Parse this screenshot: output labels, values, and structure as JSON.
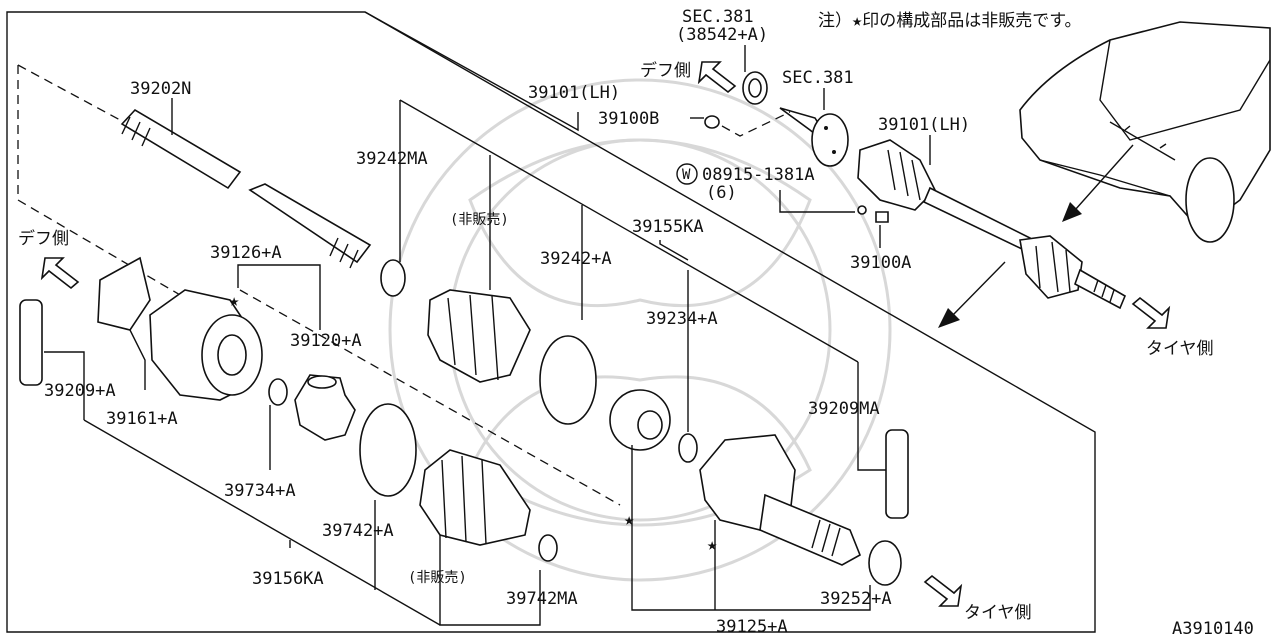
{
  "diagram_code": "A3910140",
  "note": "注）★印の構成部品は非販売です。",
  "labels": {
    "p39202N": "39202N",
    "p39101LH_a": "39101(LH)",
    "sec381_top": "SEC.381",
    "p38542A": "(38542+A)",
    "sec381": "SEC.381",
    "p39100B": "39100B",
    "p39101LH_b": "39101(LH)",
    "p08915": "08915-1381A",
    "p08915_qty": "(6)",
    "p39100A": "39100A",
    "p39242MA": "39242MA",
    "hihanbai_1": "(非販売)",
    "p39155KA": "39155KA",
    "p39242A": "39242+A",
    "p39126A": "39126+A",
    "p39234A": "39234+A",
    "p39120A": "39120+A",
    "p39209A": "39209+A",
    "p39161A": "39161+A",
    "p39209MA": "39209MA",
    "p39734A": "39734+A",
    "p39742A": "39742+A",
    "p39156KA": "39156KA",
    "hihanbai_2": "(非販売)",
    "p39742MA": "39742MA",
    "p39252A": "39252+A",
    "p39125A": "39125+A",
    "w_mark": "W"
  },
  "directions": {
    "diff_side_top": "デフ側",
    "diff_side_left": "デフ側",
    "tire_side_right": "タイヤ側",
    "tire_side_bottom": "タイヤ側"
  },
  "stars": [
    "★",
    "★",
    "★",
    "★"
  ],
  "colors": {
    "ink": "#111111",
    "paper": "#ffffff",
    "watermark": "#d8d8d8"
  }
}
